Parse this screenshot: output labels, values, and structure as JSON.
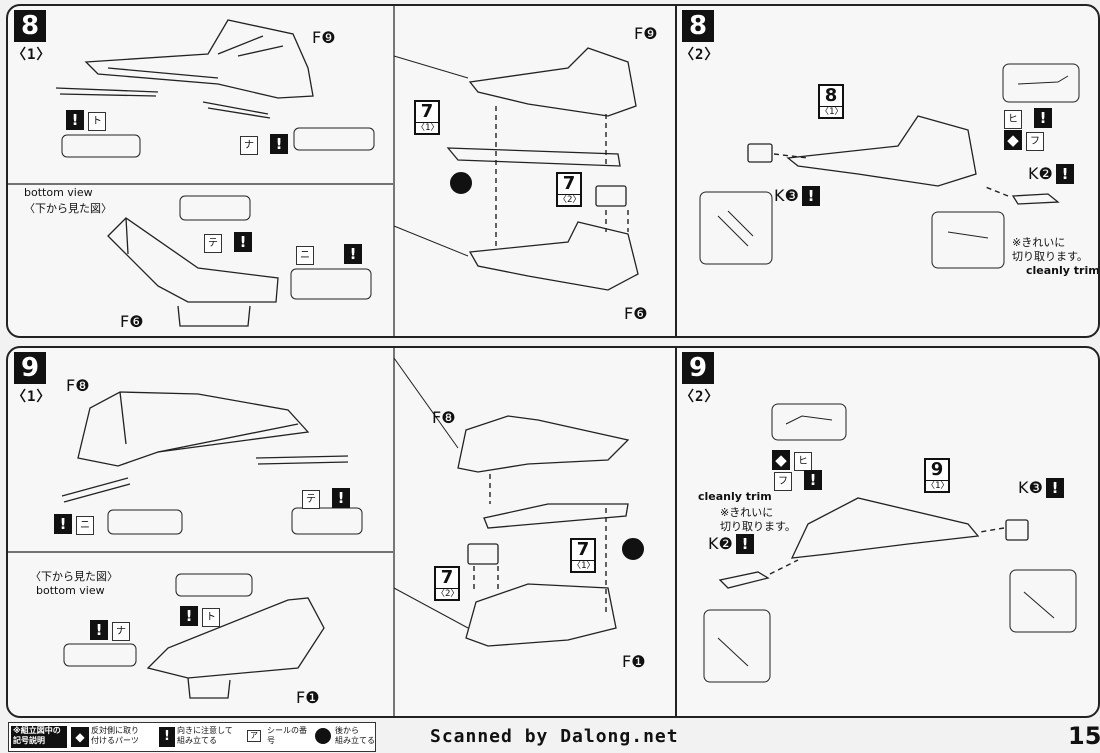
{
  "page_number": "15",
  "scan_credit": "Scanned by Dalong.net",
  "steps": {
    "s8_1": {
      "step": "8",
      "sub": "〈1〉",
      "part_label": "F❾",
      "part_label_2": "F❾",
      "bottom_part": "F❻",
      "bottom_part_2": "F❻",
      "bottom_view_en": "bottom view",
      "bottom_view_jp": "〈下から見た図〉",
      "sticker_1": "ト",
      "sticker_2": "ナ",
      "sticker_3": "テ",
      "sticker_4": "ニ",
      "ref_a_num": "7",
      "ref_a_sub": "〈1〉",
      "ref_b_num": "7",
      "ref_b_sub": "〈2〉"
    },
    "s8_2": {
      "step": "8",
      "sub": "〈2〉",
      "ref_num": "8",
      "ref_sub": "〈1〉",
      "part_k3": "K❸",
      "part_k2": "K❷",
      "sticker_1": "ヒ",
      "sticker_2": "フ",
      "note_jp_1": "※きれいに",
      "note_jp_2": "切り取ります。",
      "note_en": "cleanly trim"
    },
    "s9_1": {
      "step": "9",
      "sub": "〈1〉",
      "part_label": "F❽",
      "part_label_2": "F❽",
      "bottom_part": "F❶",
      "bottom_part_2": "F❶",
      "bottom_view_en": "bottom view",
      "bottom_view_jp": "〈下から見た図〉",
      "sticker_1": "テ",
      "sticker_2": "ニ",
      "sticker_3": "ト",
      "sticker_4": "ナ",
      "ref_a_num": "7",
      "ref_a_sub": "〈1〉",
      "ref_b_num": "7",
      "ref_b_sub": "〈2〉"
    },
    "s9_2": {
      "step": "9",
      "sub": "〈2〉",
      "ref_num": "9",
      "ref_sub": "〈1〉",
      "part_k3": "K❸",
      "part_k2": "K❷",
      "sticker_1": "ヒ",
      "sticker_2": "フ",
      "note_jp_1": "※きれいに",
      "note_jp_2": "切り取ります。",
      "note_en": "cleanly trim"
    }
  },
  "legend": {
    "title_1": "※組立図中の",
    "title_2": "記号説明",
    "item_1_a": "反対側に取り",
    "item_1_b": "付けるパーツ",
    "item_2_a": "向きに注意して",
    "item_2_b": "組み立てる",
    "item_3": "シールの番号",
    "item_3_tag": "ア",
    "item_4_a": "後から",
    "item_4_b": "組み立てる"
  },
  "colors": {
    "ink": "#111111",
    "paper": "#f7f7f7"
  }
}
